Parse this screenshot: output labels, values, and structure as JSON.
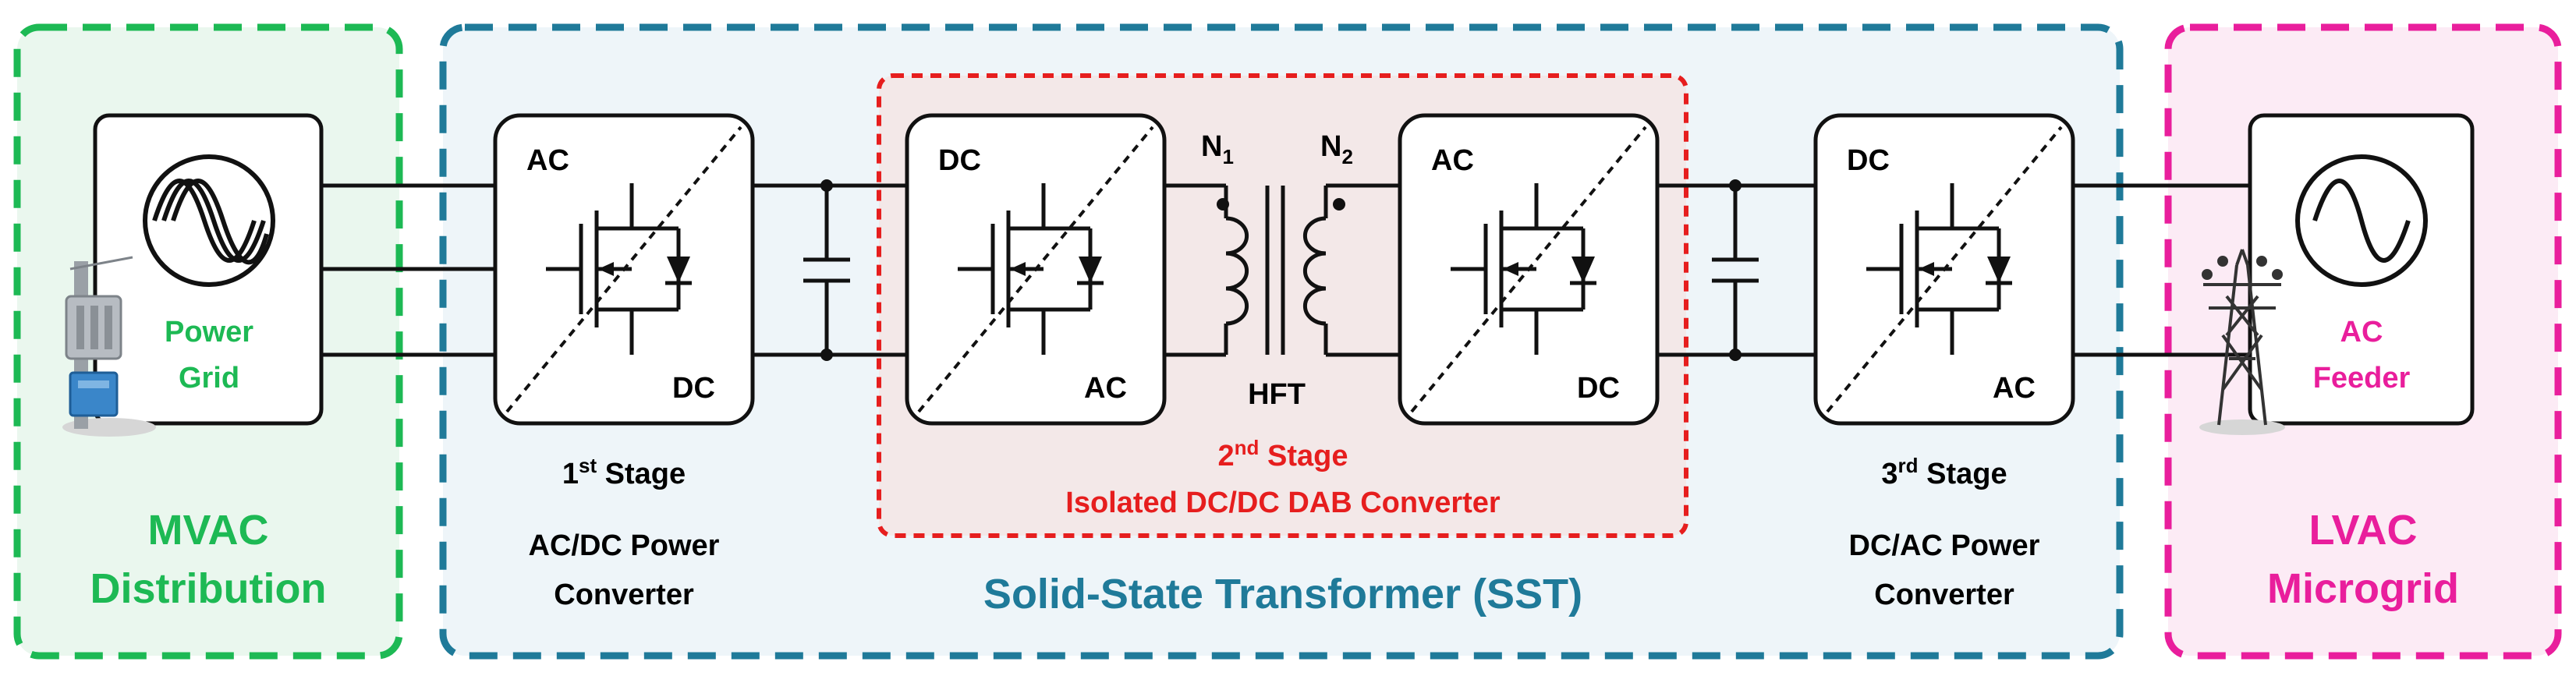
{
  "regions": {
    "mvac": {
      "line1": "MVAC",
      "line2": "Distribution",
      "color": "#1db954",
      "fill": "#eaf7ee"
    },
    "sst": {
      "title": "Solid-State Transformer (SST)",
      "color": "#1f7a99",
      "fill": "#eef5f9"
    },
    "lvac": {
      "line1": "LVAC",
      "line2": "Microgrid",
      "color": "#e91e9c",
      "fill": "#fcebf5"
    },
    "stage2_box": {
      "color": "#e61e1e",
      "fill": "#f3e8e8"
    }
  },
  "grid": {
    "line1": "Power",
    "line2": "Grid",
    "color": "#1db954"
  },
  "feeder": {
    "line1": "AC",
    "line2": "Feeder",
    "color": "#e91e9c"
  },
  "converters": {
    "c1": {
      "top": "AC",
      "bottom": "DC"
    },
    "c2": {
      "top": "DC",
      "bottom": "AC"
    },
    "c3": {
      "top": "AC",
      "bottom": "DC"
    },
    "c4": {
      "top": "DC",
      "bottom": "AC"
    }
  },
  "transformer": {
    "n1": "N",
    "n1_sub": "1",
    "n2": "N",
    "n2_sub": "2",
    "label": "HFT"
  },
  "stage1": {
    "num": "1",
    "sup": "st",
    "word": " Stage",
    "desc1": "AC/DC Power",
    "desc2": "Converter"
  },
  "stage2": {
    "num": "2",
    "sup": "nd",
    "word": " Stage",
    "desc": "Isolated DC/DC DAB Converter",
    "color": "#e61e1e"
  },
  "stage3": {
    "num": "3",
    "sup": "rd",
    "word": " Stage",
    "desc1": "DC/AC Power",
    "desc2": "Converter"
  },
  "line_color": "#111111"
}
